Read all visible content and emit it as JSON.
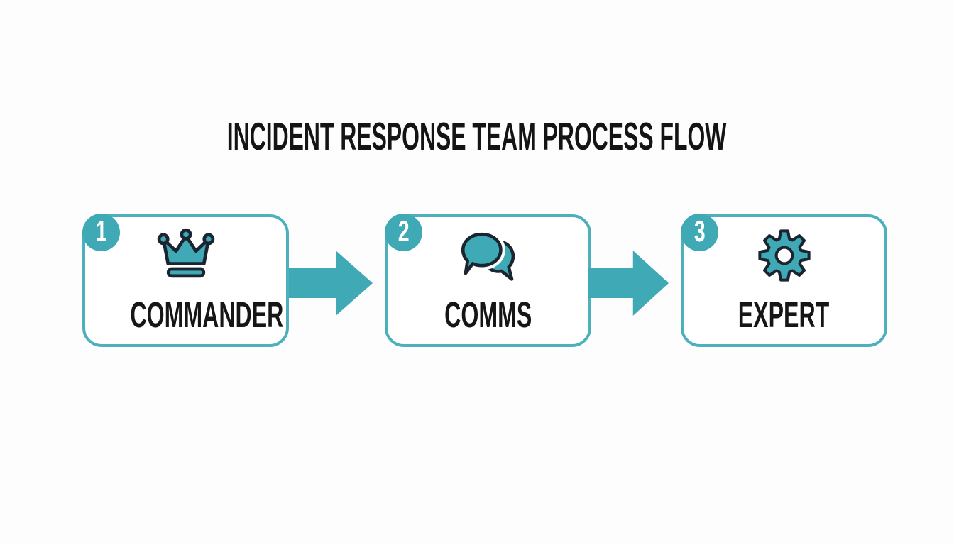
{
  "title": "INCIDENT RESPONSE TEAM PROCESS FLOW",
  "steps": [
    {
      "number": "1",
      "label": "COMMANDER",
      "icon": "crown-icon"
    },
    {
      "number": "2",
      "label": "COMMS",
      "icon": "speech-bubbles-icon"
    },
    {
      "number": "3",
      "label": "EXPERT",
      "icon": "gear-icon"
    }
  ],
  "connectors": [
    {
      "type": "arrow-right",
      "from": "COMMANDER",
      "to": "COMMS"
    },
    {
      "type": "arrow-right",
      "from": "COMMS",
      "to": "EXPERT"
    }
  ],
  "colors": {
    "teal": "#3fa9b5",
    "box_border": "#4fb0bd",
    "icon_outline": "#1b2530",
    "title_text": "#141414",
    "label_text": "#161616",
    "badge_number": "#ffffff",
    "background": "#fdfdfe"
  }
}
